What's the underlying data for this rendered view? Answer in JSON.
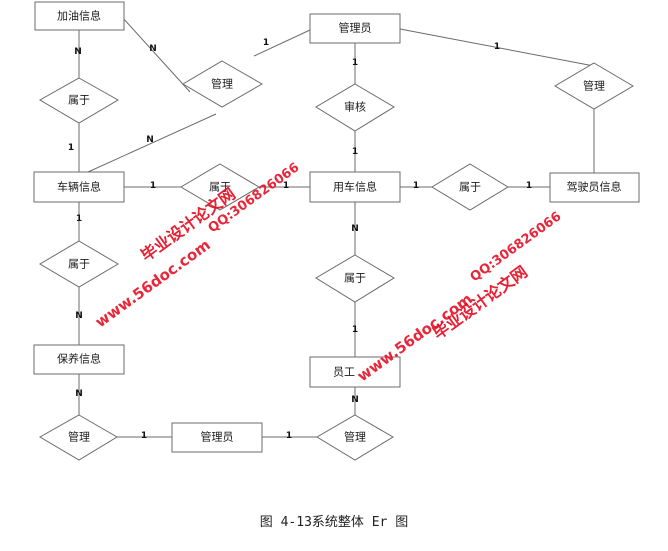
{
  "diagram": {
    "entities": {
      "refuel": "加油信息",
      "admin_top": "管理员",
      "vehicle": "车辆信息",
      "usage": "用车信息",
      "driver": "驾驶员信息",
      "maintenance": "保养信息",
      "employee": "员工",
      "admin_bottom": "管理员"
    },
    "relationships": {
      "belongs_refuel": "属于",
      "manage_left": "管理",
      "review": "审核",
      "manage_right": "管理",
      "belongs_middle": "属于",
      "belongs_driver": "属于",
      "belongs_maint": "属于",
      "belongs_employee": "属于",
      "manage_bottom_left": "管理",
      "manage_bottom_right": "管理"
    },
    "cardinalities": {
      "refuel_belongs": "N",
      "belongs_vehicle": "1",
      "refuel_manage": "N",
      "manage_admin": "1",
      "manage_vehicle": "N",
      "admin_review": "1",
      "review_usage": "1",
      "admin_manage_right": "1",
      "vehicle_belongs_mid": "1",
      "belongs_mid_usage": "1",
      "usage_belongs_driver": "1",
      "belongs_driver_driver": "1",
      "vehicle_belongs_maint": "1",
      "belongs_maint_maint": "N",
      "usage_belongs_emp": "N",
      "belongs_emp_emp": "1",
      "maint_manage": "N",
      "manage_admin_bottom": "1",
      "admin_bottom_manage": "1",
      "manage_emp": "N"
    }
  },
  "watermark": {
    "url": "www.56doc.com",
    "qq": "QQ:306826066",
    "site": "毕业设计论文网"
  },
  "caption": "图 4-13系统整体 Er 图"
}
